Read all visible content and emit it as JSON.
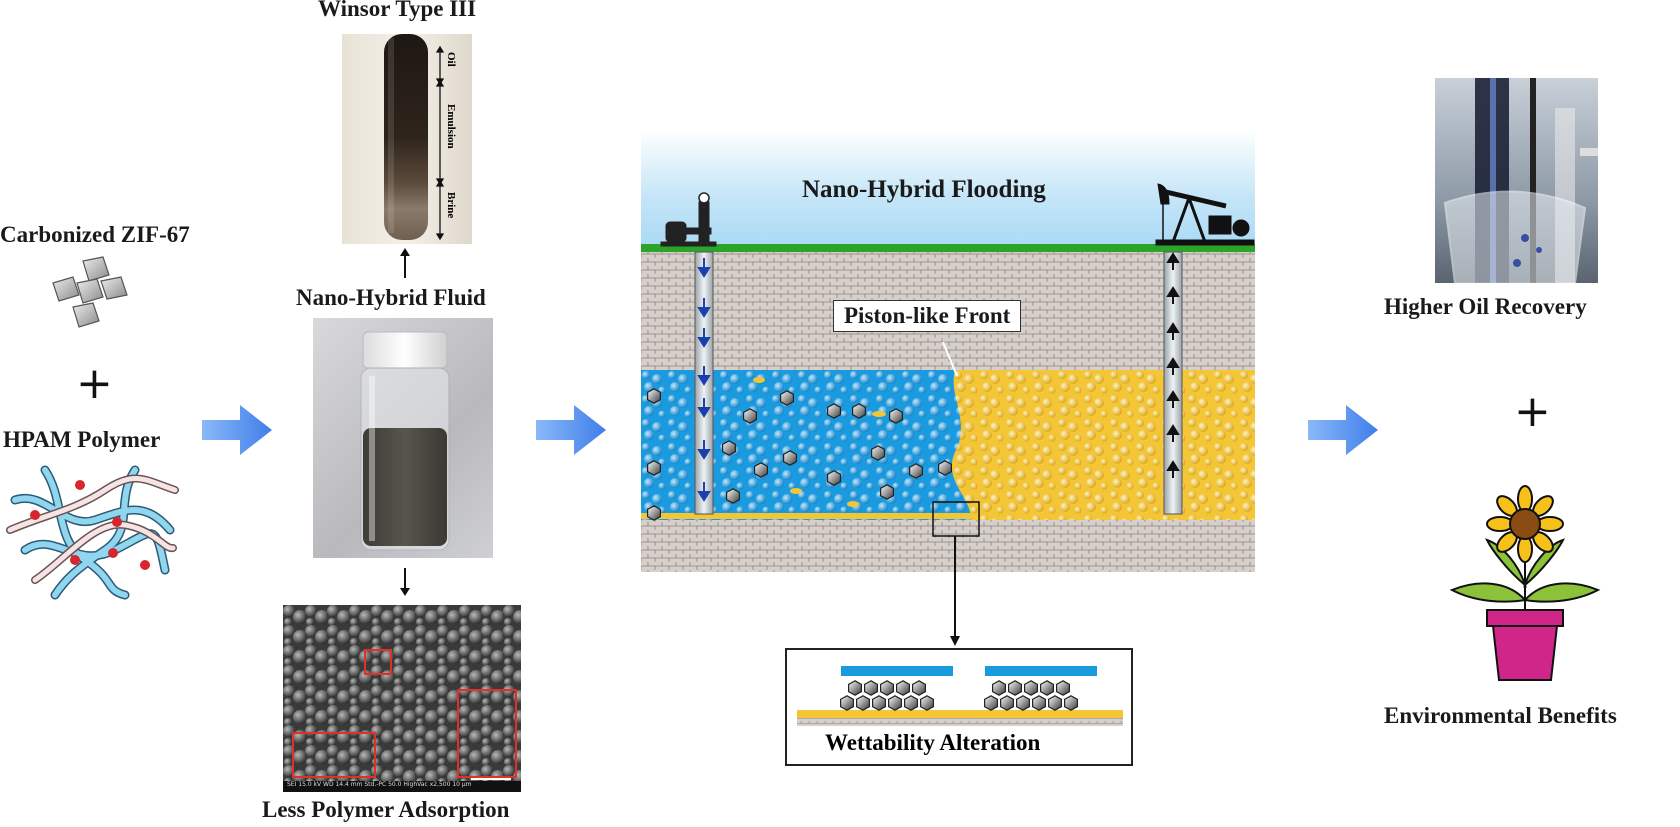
{
  "left": {
    "zif_label": "Carbonized ZIF-67",
    "plus": "+",
    "hpam_label": "HPAM Polymer"
  },
  "middle": {
    "winsor_label": "Winsor Type III",
    "winsor_layers": {
      "oil": "Oil",
      "emulsion": "Emulsion",
      "brine": "Brine"
    },
    "fluid_label": "Nano-Hybrid Fluid",
    "adsorption_label": "Less Polymer Adsorption",
    "sem_info": "SEI 15.0 kV WD 14.4 mm Std.-PC 50.0 HighVac x2,500 10 µm"
  },
  "reservoir": {
    "title": "Nano-Hybrid Flooding",
    "front_label": "Piston-like Front",
    "wettability_label": "Wettability Alteration"
  },
  "right": {
    "recovery_label": "Higher Oil Recovery",
    "plus": "+",
    "benefits_label": "Environmental Benefits"
  },
  "colors": {
    "arrow_blue": "#4f8df0",
    "water_blue": "#1a9be0",
    "oil_yellow": "#f4c534",
    "ground_green": "#2aa52a",
    "rock_gray": "#cfc8c3",
    "pot_pink": "#d0268a",
    "leaf_green": "#8bc23a"
  },
  "icons": [
    "arrow-right-icon",
    "zif-cluster-icon",
    "polymer-chains-icon",
    "injection-wellhead-icon",
    "pumpjack-icon",
    "sunflower-pot-icon",
    "hexagon-particle-icon"
  ]
}
